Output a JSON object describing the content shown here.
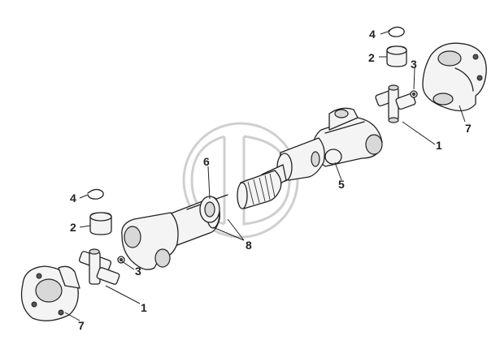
{
  "diagram": {
    "callouts": [
      {
        "id": "c-4-top",
        "text": "4"
      },
      {
        "id": "c-2-top",
        "text": "2"
      },
      {
        "id": "c-3-top",
        "text": "3"
      },
      {
        "id": "c-7-top",
        "text": "7"
      },
      {
        "id": "c-1-top",
        "text": "1"
      },
      {
        "id": "c-6",
        "text": "6"
      },
      {
        "id": "c-5",
        "text": "5"
      },
      {
        "id": "c-4-left",
        "text": "4"
      },
      {
        "id": "c-2-left",
        "text": "2"
      },
      {
        "id": "c-8",
        "text": "8"
      },
      {
        "id": "c-3-left",
        "text": "3"
      },
      {
        "id": "c-1-bottom",
        "text": "1"
      },
      {
        "id": "c-7-bottom",
        "text": "7"
      }
    ]
  }
}
